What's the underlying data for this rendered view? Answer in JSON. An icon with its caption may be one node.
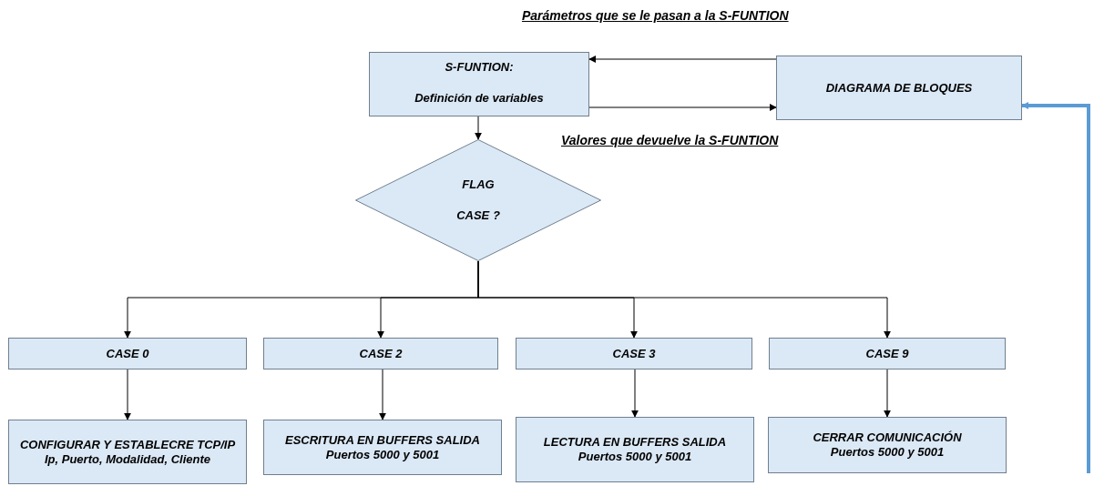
{
  "diagram": {
    "nodes": [
      {
        "text": [
          "S-FUNTION:",
          "Definición de variables"
        ]
      },
      {
        "text": [
          "DIAGRAMA DE BLOQUES"
        ]
      },
      {
        "text": [
          "FLAG",
          "CASE ?"
        ]
      },
      {
        "text": [
          "CASE 0"
        ]
      },
      {
        "text": [
          "CASE 2"
        ]
      },
      {
        "text": [
          "CASE 3"
        ]
      },
      {
        "text": [
          "CASE 9"
        ]
      },
      {
        "text": [
          "CONFIGURAR Y ESTABLECRE TCP/IP",
          "Ip, Puerto, Modalidad, Cliente"
        ]
      },
      {
        "text": [
          "ESCRITURA EN BUFFERS SALIDA",
          "Puertos 5000 y 5001"
        ]
      },
      {
        "text": [
          "LECTURA EN BUFFERS SALIDA",
          "Puertos 5000 y 5001"
        ]
      },
      {
        "text": [
          "CERRAR COMUNICACIÓN",
          "Puertos 5000 y 5001"
        ]
      }
    ],
    "edges": [
      {
        "from": 1,
        "to": 0,
        "arrow": "to"
      },
      {
        "from": 0,
        "to": 1,
        "arrow": "to"
      },
      {
        "from": 0,
        "to": 2,
        "arrow": "to"
      },
      {
        "from": 2,
        "to": 3,
        "arrow": "to"
      },
      {
        "from": 2,
        "to": 4,
        "arrow": "to"
      },
      {
        "from": 2,
        "to": 5,
        "arrow": "to"
      },
      {
        "from": 2,
        "to": 6,
        "arrow": "to"
      },
      {
        "from": 3,
        "to": 7,
        "arrow": "to"
      },
      {
        "from": 4,
        "to": 8,
        "arrow": "to"
      },
      {
        "from": 5,
        "to": 9,
        "arrow": "to"
      },
      {
        "from": 6,
        "to": 10,
        "arrow": "to"
      },
      {
        "from": null,
        "to": 1,
        "arrow": "to",
        "style": "thick",
        "color": "#5b9bd5"
      }
    ],
    "labels": [
      "Parámetros que se le pasan a la S-FUNTION",
      "Valores que devuelve la S-FUNTION"
    ]
  }
}
